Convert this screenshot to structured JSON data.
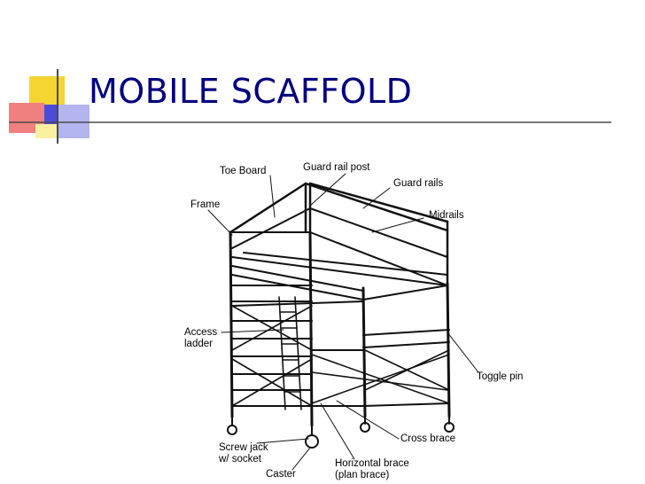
{
  "slide": {
    "title": "MOBILE SCAFFOLD"
  },
  "colors": {
    "title": "#000080",
    "deco_yellow": "#F5D532",
    "deco_blue": "#4B4BD8",
    "deco_pink": "#F08080",
    "deco_lightblue": "#B4B4F0",
    "deco_cream": "#FBEFA0"
  },
  "diagram": {
    "labels": {
      "toe_board": "Toe Board",
      "guard_rail_post": "Guard rail post",
      "guard_rails": "Guard rails",
      "frame": "Frame",
      "midrails": "Midrails",
      "access_ladder_1": "Access",
      "access_ladder_2": "ladder",
      "toggle_pin": "Toggle pin",
      "cross_brace": "Cross brace",
      "screw_jack_1": "Screw jack",
      "screw_jack_2": "w/ socket",
      "horizontal_brace_1": "Horizontal brace",
      "horizontal_brace_2": "(plan brace)",
      "caster": "Caster"
    }
  }
}
